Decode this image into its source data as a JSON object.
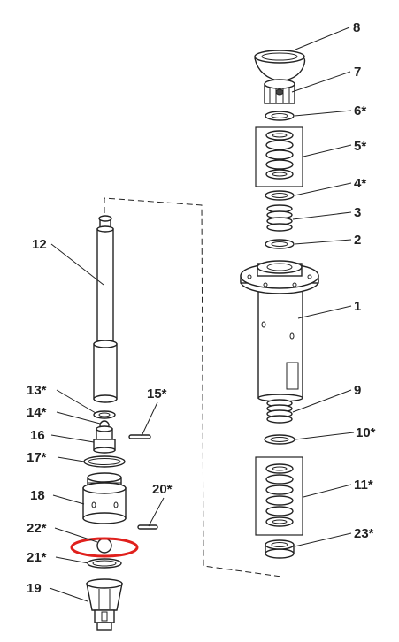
{
  "diagram": {
    "labels": {
      "p1": "1",
      "p2": "2",
      "p3": "3",
      "p4": "4*",
      "p5": "5*",
      "p6": "6*",
      "p7": "7",
      "p8": "8",
      "p9": "9",
      "p10": "10*",
      "p11": "11*",
      "p12": "12",
      "p13": "13*",
      "p14": "14*",
      "p15": "15*",
      "p16": "16",
      "p17": "17*",
      "p18": "18",
      "p19": "19",
      "p20": "20*",
      "p21": "21*",
      "p22": "22*",
      "p23": "23*"
    },
    "highlight_color": "#e0201c",
    "line_color": "#222222"
  }
}
